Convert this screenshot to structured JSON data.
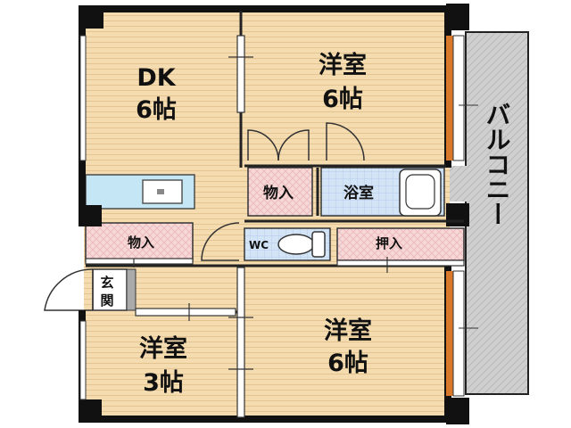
{
  "rooms": {
    "dk": {
      "name": "DK",
      "size": "6帖"
    },
    "western_top": {
      "name": "洋室",
      "size": "6帖"
    },
    "western_bottom_right": {
      "name": "洋室",
      "size": "6帖"
    },
    "western_bottom_left": {
      "name": "洋室",
      "size": "3帖"
    },
    "storage_left": {
      "name": "物入"
    },
    "storage_mid": {
      "name": "物入"
    },
    "bath": {
      "name": "浴室"
    },
    "wc": {
      "name": "WC"
    },
    "closet": {
      "name": "押入"
    },
    "entrance": {
      "line1": "玄",
      "line2": "関"
    },
    "balcony": {
      "name": "バルコニー"
    }
  },
  "colors": {
    "floor": "#f5dcb0",
    "floor_stripe": "#e6c796",
    "storage": "#f6d9d9",
    "wet": "#cfe0f4",
    "balcony": "#cdcdcd",
    "kitchen": "#bfe3f3",
    "wall": "#111111",
    "wood_trim": "#d9782a"
  }
}
